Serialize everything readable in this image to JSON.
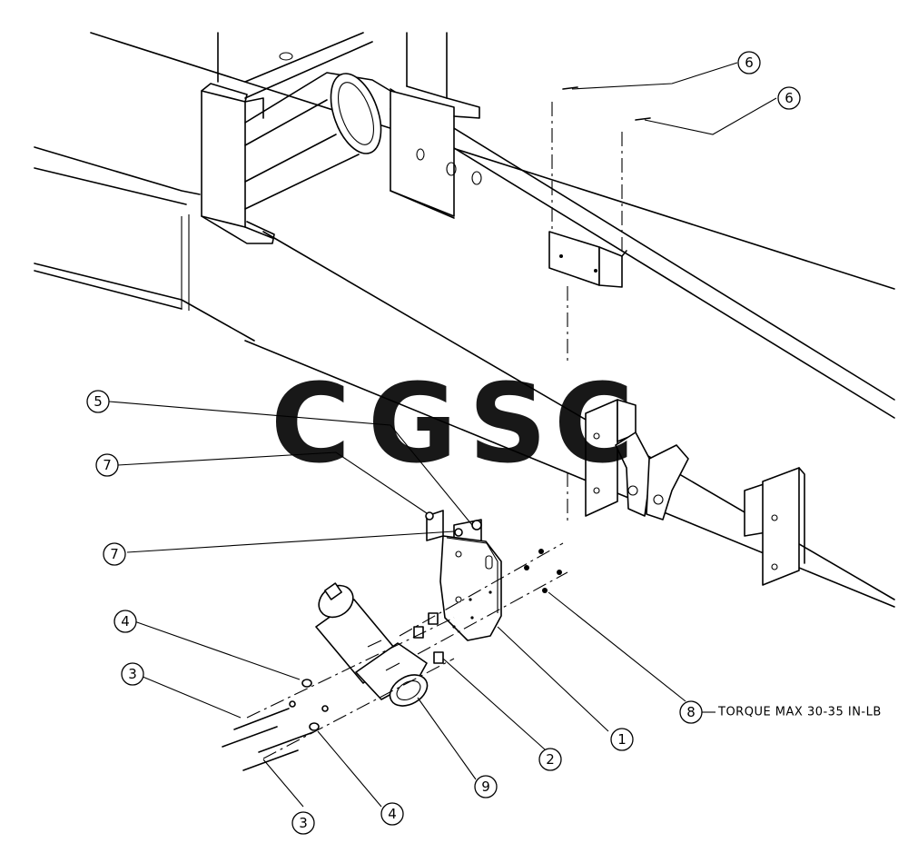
{
  "watermark": {
    "letters": [
      {
        "char": "C",
        "color": "#5b9bf5"
      },
      {
        "char": "G",
        "color": "#f0736a"
      },
      {
        "char": "S",
        "color": "#fbd75b"
      },
      {
        "char": "C",
        "color": "#4fb884"
      }
    ]
  },
  "callouts": [
    {
      "id": "c1",
      "label": "1"
    },
    {
      "id": "c2",
      "label": "2"
    },
    {
      "id": "c3a",
      "label": "3"
    },
    {
      "id": "c3b",
      "label": "3"
    },
    {
      "id": "c4a",
      "label": "4"
    },
    {
      "id": "c4b",
      "label": "4"
    },
    {
      "id": "c5",
      "label": "5"
    },
    {
      "id": "c6a",
      "label": "6"
    },
    {
      "id": "c6b",
      "label": "6"
    },
    {
      "id": "c7a",
      "label": "7"
    },
    {
      "id": "c7b",
      "label": "7"
    },
    {
      "id": "c8",
      "label": "8"
    },
    {
      "id": "c9",
      "label": "9"
    }
  ],
  "notes": {
    "torque": "TORQUE MAX 30-35 IN-LB"
  }
}
